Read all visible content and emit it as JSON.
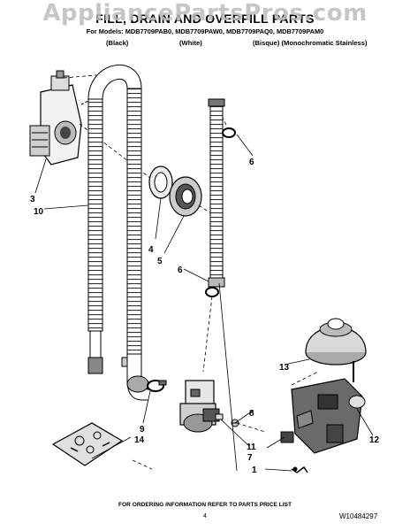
{
  "watermark": "AppliancePartsPros.com",
  "header": {
    "title": "FILL, DRAIN AND OVERFILL PARTS",
    "models_line": "For Models: MDB7709PAB0, MDB7709PAW0, MDB7709PAQ0, MDB7709PAM0",
    "variants": [
      "(Black)",
      "(White)",
      "(Bisque) (Monochromatic Stainless)"
    ]
  },
  "callouts": [
    "6",
    "3",
    "10",
    "4",
    "5",
    "6",
    "8",
    "13",
    "9",
    "14",
    "11",
    "12",
    "7",
    "1"
  ],
  "footer": {
    "ordering_note": "FOR ORDERING INFORMATION REFER TO PARTS PRICE LIST",
    "page_number": "4",
    "part_code": "W10484297"
  }
}
